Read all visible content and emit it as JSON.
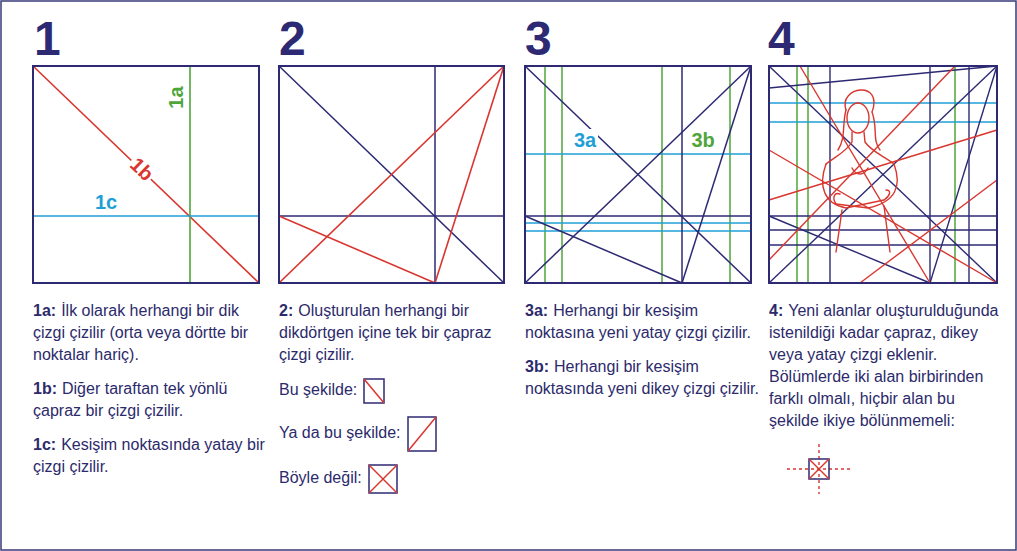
{
  "diagram": {
    "labels": [
      "1",
      "1a",
      "1b",
      "1c",
      "1a:",
      "İlk olarak herhangi bir dik çizgi çizilir (orta veya dörtte bir noktalar hariç).",
      "1b:",
      "Diğer taraftan tek yönlü çapraz bir çizgi çizilir.",
      "1c:",
      "Kesişim noktasında yatay bir çizgi çizilir.",
      "2",
      "2:",
      "Oluşturulan herhangi bir dikdörtgen içine tek bir çapraz çizgi çizilir.",
      "Bu şekilde:",
      "Ya da bu şekilde:",
      "Böyle değil:",
      "3",
      "3a",
      "3b",
      "3a:",
      "Herhangi bir kesişim noktasına yeni yatay çizgi çizilir.",
      "3b:",
      "Herhangi bir kesişim noktasında yeni dikey çizgi çizilir.",
      "4",
      "4:",
      "Yeni alanlar oluşturulduğunda istenildiği kadar çapraz, dikey veya yatay çizgi eklenir. Bölümlerde iki alan birbirinden farklı olmalı, hiçbir alan bu şekilde ikiye bölünmemeli:"
    ]
  }
}
